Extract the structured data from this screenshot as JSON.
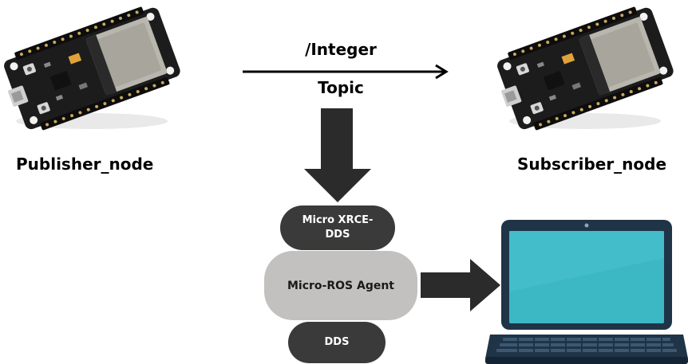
{
  "publisher": {
    "label": "Publisher_node",
    "board_icon": "esp32-board-icon"
  },
  "subscriber": {
    "label": "Subscriber_node",
    "board_icon": "esp32-board-icon"
  },
  "topic": {
    "name": "/Integer",
    "caption": "Topic"
  },
  "stack": {
    "xrce": "Micro XRCE-DDS",
    "agent": "Micro-ROS Agent",
    "dds": "DDS"
  },
  "host": {
    "icon": "laptop-icon"
  },
  "colors": {
    "dark_pill": "#3a3a3a",
    "agent_pill": "#c2c1bf",
    "arrow": "#2b2b2b",
    "board_pcb": "#1c1c1c",
    "module_metal": "#b9b6ae",
    "laptop_screen": "#3cb7c4"
  }
}
